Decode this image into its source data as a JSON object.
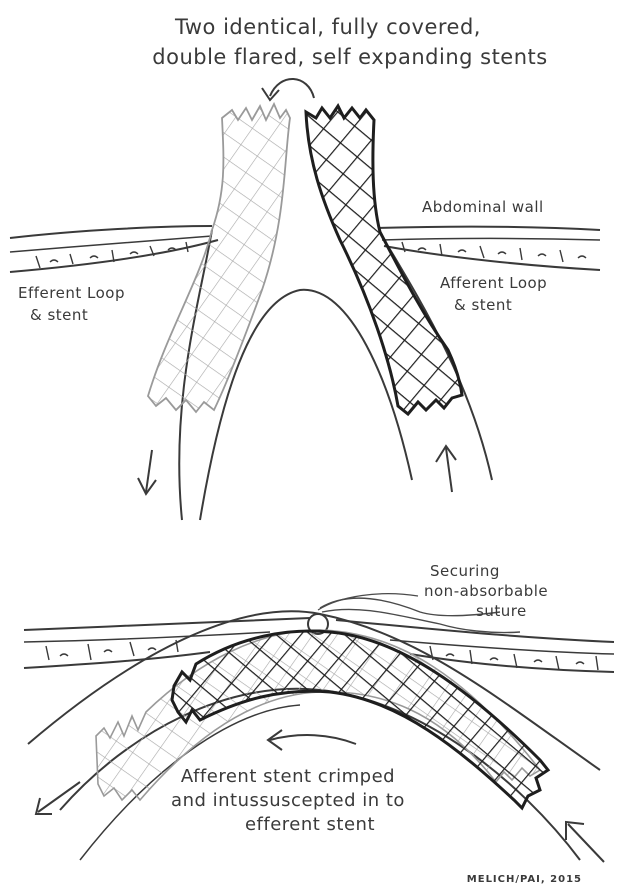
{
  "title": {
    "line1": "Two identical, fully covered,",
    "line2": "double flared, self expanding stents"
  },
  "top_panel": {
    "abdominal_wall": "Abdominal wall",
    "efferent": {
      "line1": "Efferent Loop",
      "line2": "& stent"
    },
    "afferent": {
      "line1": "Afferent Loop",
      "line2": "& stent"
    }
  },
  "bottom_panel": {
    "suture": {
      "line1": "Securing",
      "line2": "non-absorbable",
      "line3": "suture"
    },
    "caption": {
      "line1": "Afferent stent crimped",
      "line2": "and intussuscepted in to",
      "line3": "efferent stent"
    }
  },
  "signature": "MELICH/PAI, 2015",
  "colors": {
    "ink": "#2a2a2a",
    "light_ink": "#9a9a9a",
    "paper": "#ffffff"
  }
}
